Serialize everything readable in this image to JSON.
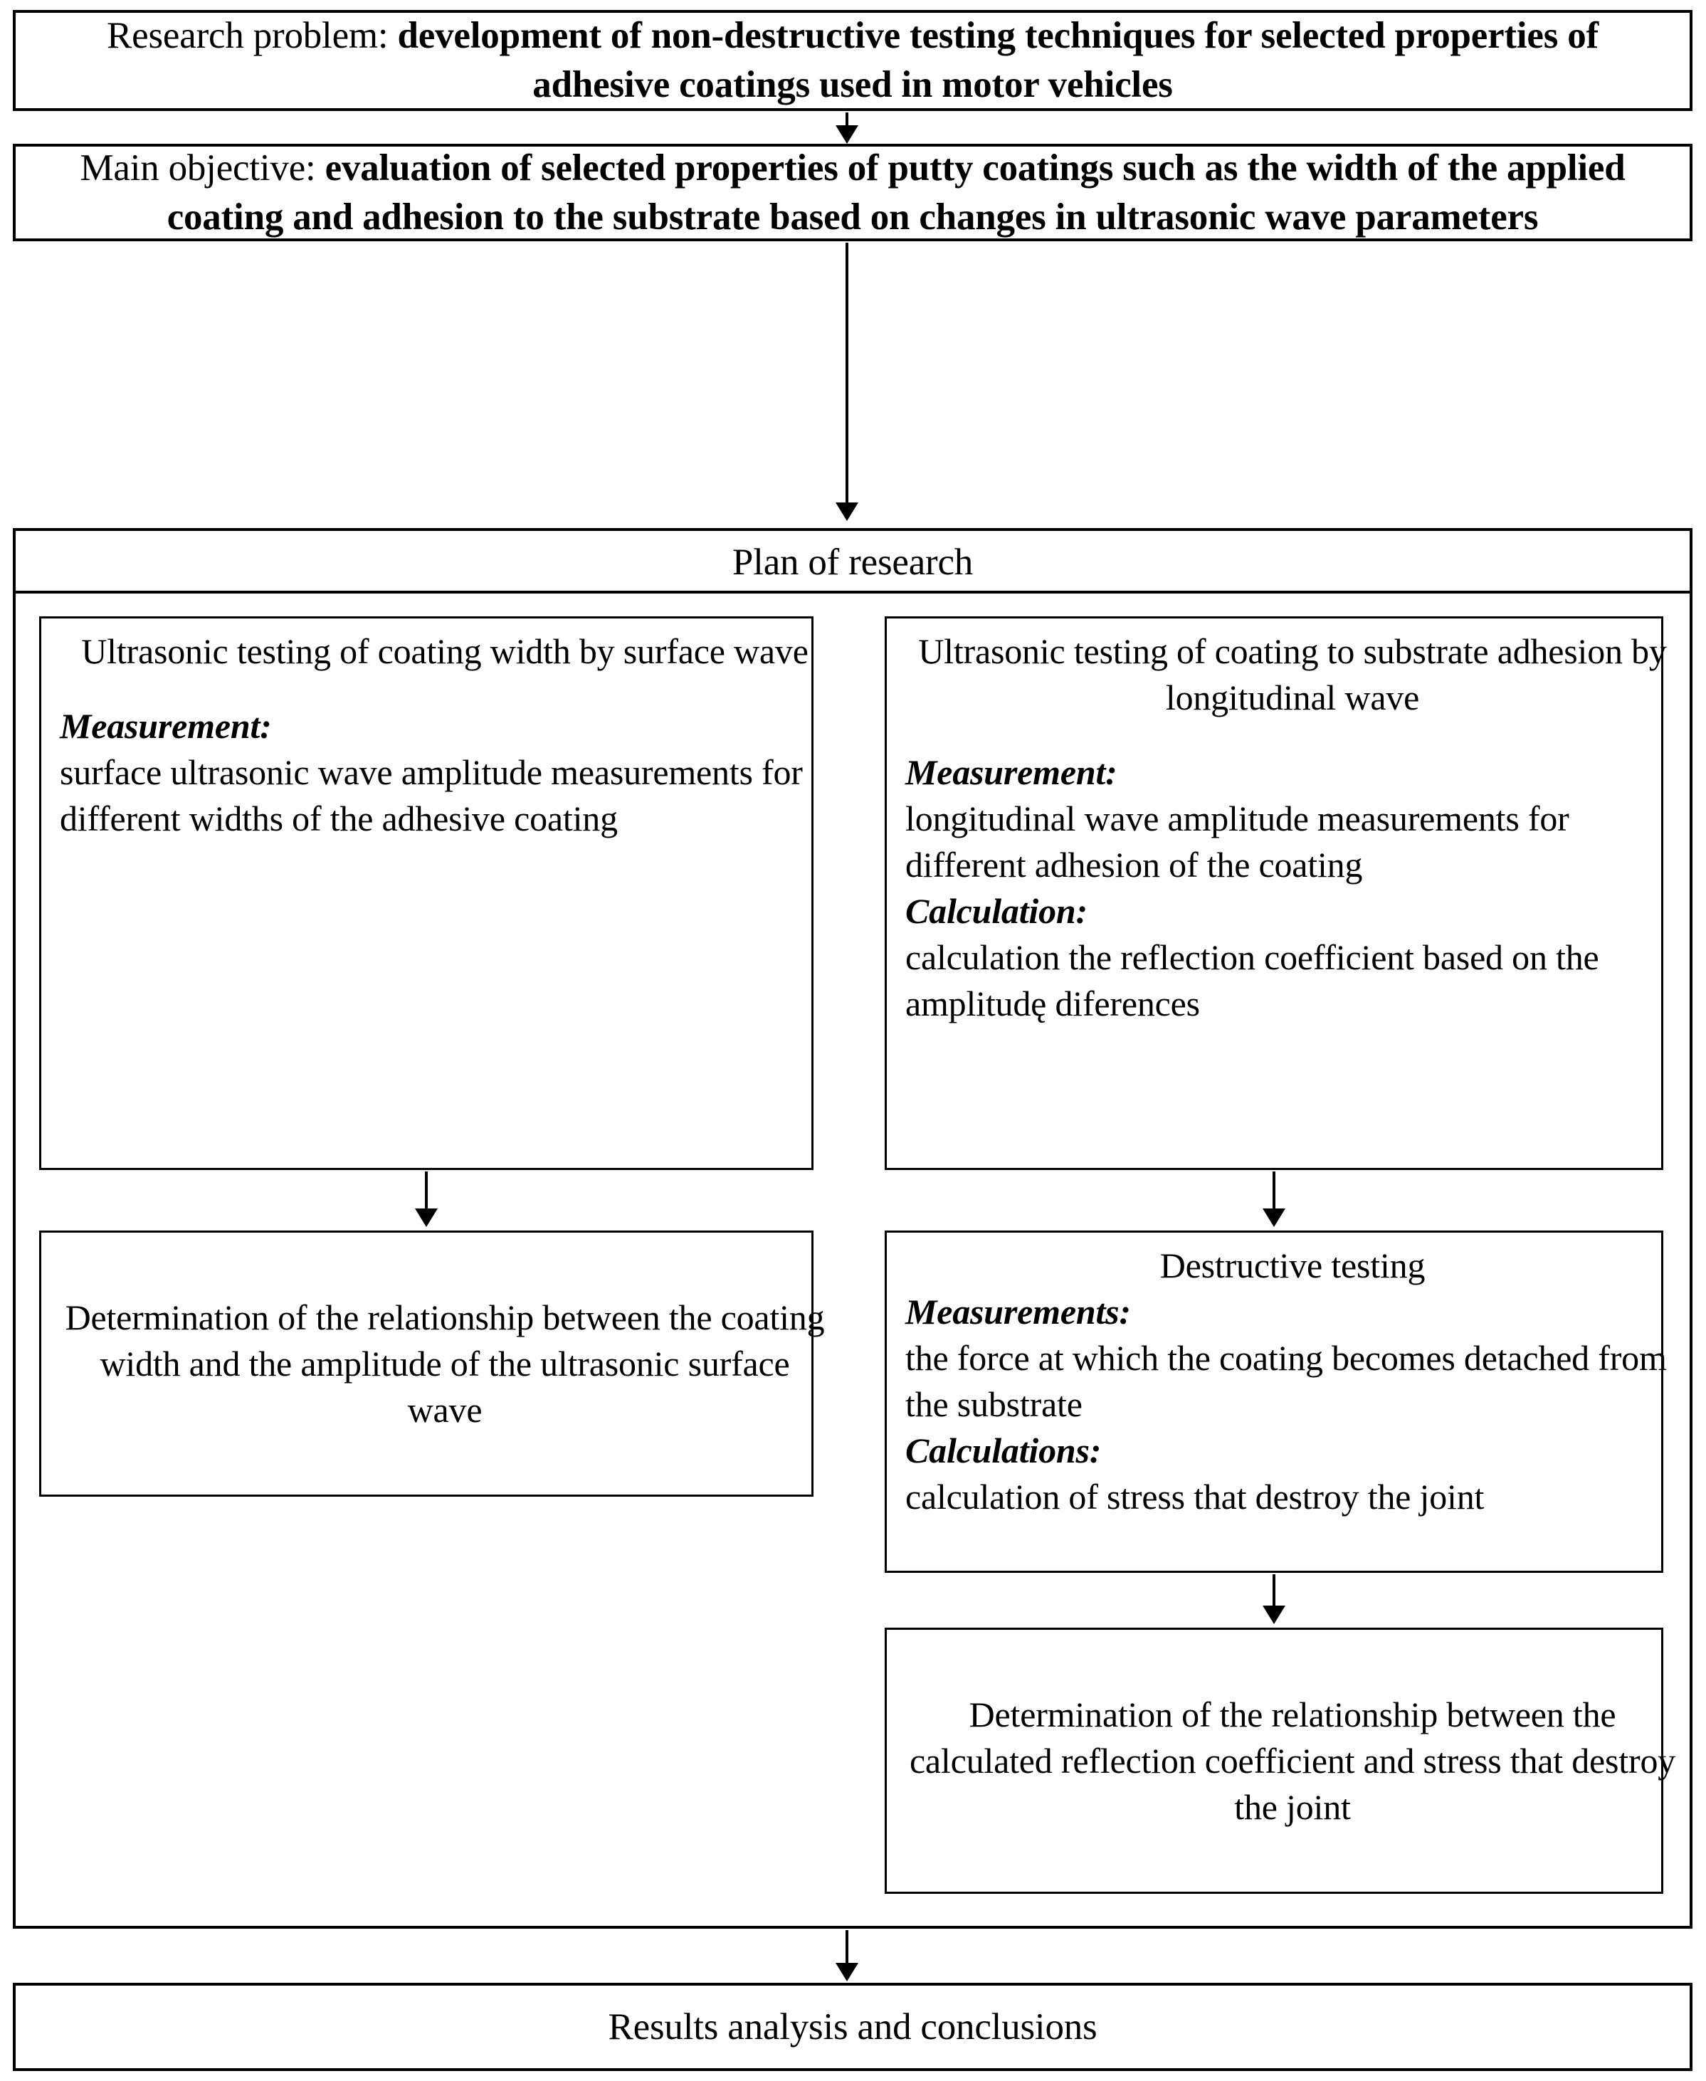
{
  "flow": {
    "problem": {
      "label": "Research problem: ",
      "value": "development of non-destructive testing techniques for selected properties of adhesive coatings used in motor vehicles"
    },
    "objective": {
      "label": "Main objective: ",
      "value": "evaluation of selected properties of putty coatings such as the width of the applied coating and adhesion to the substrate based on changes in ultrasonic wave parameters"
    },
    "plan_title": "Plan of research",
    "left_branch": {
      "top_box": {
        "headline": "Ultrasonic testing of coating width by surface wave",
        "measurement_label": "Measurement:",
        "measurement_text": "surface ultrasonic wave amplitude measurements for different widths of the adhesive coating"
      },
      "bottom_box": {
        "text": "Determination of the relationship between the coating width and the amplitude of the ultrasonic surface wave"
      }
    },
    "right_branch": {
      "top_box": {
        "headline": "Ultrasonic testing of coating to substrate adhesion by longitudinal wave",
        "measurement_label": "Measurement:",
        "measurement_text": "longitudinal wave amplitude measurements for different adhesion of the coating",
        "calculation_label": "Calculation:",
        "calculation_text": "calculation the reflection coefficient based on the amplitudę diferences"
      },
      "middle_box": {
        "headline": "Destructive testing",
        "measurements_label": "Measurements:",
        "measurements_text": "the force at which the coating becomes detached from the substrate",
        "calculations_label": "Calculations:",
        "calculations_text": "calculation of stress that destroy the joint"
      },
      "bottom_box": {
        "text": "Determination of the relationship between the calculated reflection coefficient and stress that destroy the joint"
      }
    },
    "results": "Results analysis and conclusions"
  },
  "style": {
    "stroke": "#000000",
    "background": "#ffffff"
  }
}
